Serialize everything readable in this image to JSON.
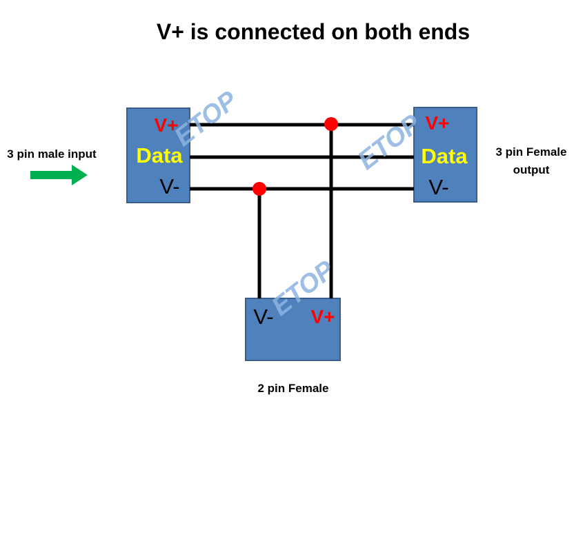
{
  "title": "V+ is connected on both ends",
  "captions": {
    "input": "3 pin male input",
    "output_line1": "3 pin Female",
    "output_line2": "output",
    "bottom": "2 pin Female"
  },
  "pins": {
    "vplus": "V+",
    "data": "Data",
    "vminus": "V-"
  },
  "watermark": "ETOP",
  "colors": {
    "box_fill": "#4f81bd",
    "box_stroke": "#385d8a",
    "vplus_text": "#ff0000",
    "data_text": "#ffff00",
    "vminus_text": "#000000",
    "wire": "#000000",
    "junction": "#ff0000",
    "arrow": "#00b050",
    "watermark": "#8db4e2"
  },
  "icons": {
    "input_arrow": "arrow-right-icon",
    "junction": "junction-dot-icon"
  }
}
